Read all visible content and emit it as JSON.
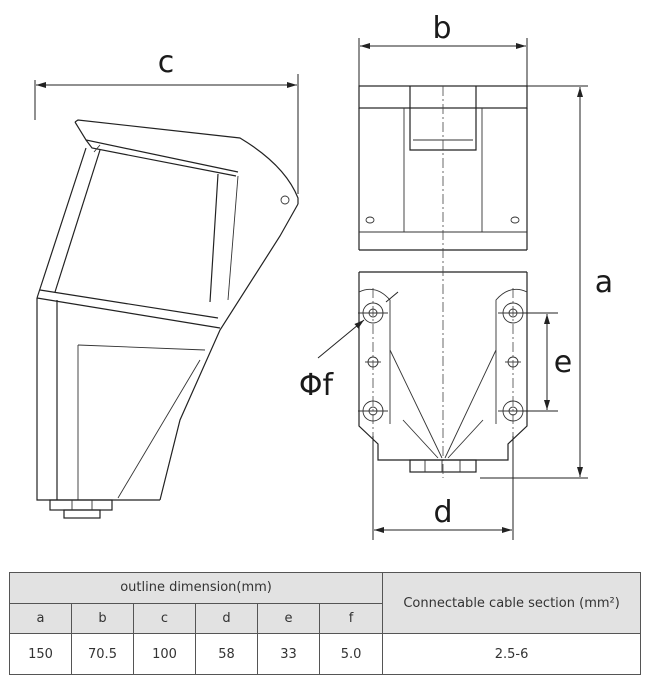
{
  "diagram": {
    "labels": {
      "a": "a",
      "b": "b",
      "c": "c",
      "d": "d",
      "e": "e",
      "f": "Φf"
    }
  },
  "table": {
    "group_header": "outline dimension(mm)",
    "side_header": "Connectable cable section (mm²)",
    "columns": [
      "a",
      "b",
      "c",
      "d",
      "e",
      "f"
    ],
    "values": [
      "150",
      "70.5",
      "100",
      "58",
      "33",
      "5.0"
    ],
    "cable_section": "2.5-6"
  },
  "colors": {
    "line": "#222222",
    "header_fill": "#e2e2e2"
  }
}
